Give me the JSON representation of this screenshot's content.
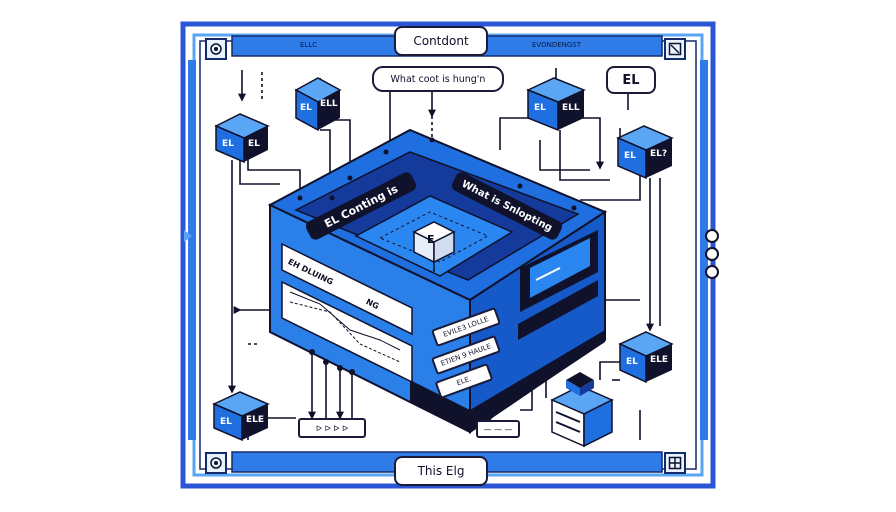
{
  "header": {
    "title": "Contdont",
    "left_caption": "ELLC",
    "right_caption": "EVONDENGST"
  },
  "footer": {
    "caption": "This Elg"
  },
  "callouts": {
    "question": "What coot is hung'n",
    "top_right_tag": "EL"
  },
  "central_box": {
    "top_banner_left": "EL Conting is",
    "top_banner_right": "What is Snlopting",
    "core_letter": "E",
    "side_panel_title": "EH DLUING",
    "side_panel_field": "NG",
    "tags": [
      "EVILE3 LOLLE",
      "ETIEN 9 HAULE",
      "ELE."
    ]
  },
  "nodes": {
    "top_left_upper": [
      "EL",
      "ELL"
    ],
    "top_left_lower": [
      "EL",
      "EL"
    ],
    "top_right_upper": [
      "EL",
      "ELL"
    ],
    "right_mid": [
      "EL",
      "EL?"
    ],
    "bottom_left": [
      "EL",
      "ELE"
    ],
    "bottom_right": [
      "EL",
      "ELE"
    ]
  },
  "bus_labels": {
    "left_bus": "ᐅ ᐅ ᐅ ᐅ",
    "right_bus": "— — —"
  },
  "colors": {
    "primary_blue": "#1f6fe0",
    "dark_blue": "#143b9c",
    "navy": "#10112b",
    "light_blue": "#5aa6f5",
    "frame_blue": "#2a56d6"
  },
  "icons": {
    "corner_top_left": "target-icon",
    "corner_top_right": "expand-icon",
    "corner_bottom_left": "target-icon",
    "corner_bottom_right": "grid-icon",
    "right_edge": "link-circles-icon",
    "left_edge": "arrow-right-icon"
  }
}
